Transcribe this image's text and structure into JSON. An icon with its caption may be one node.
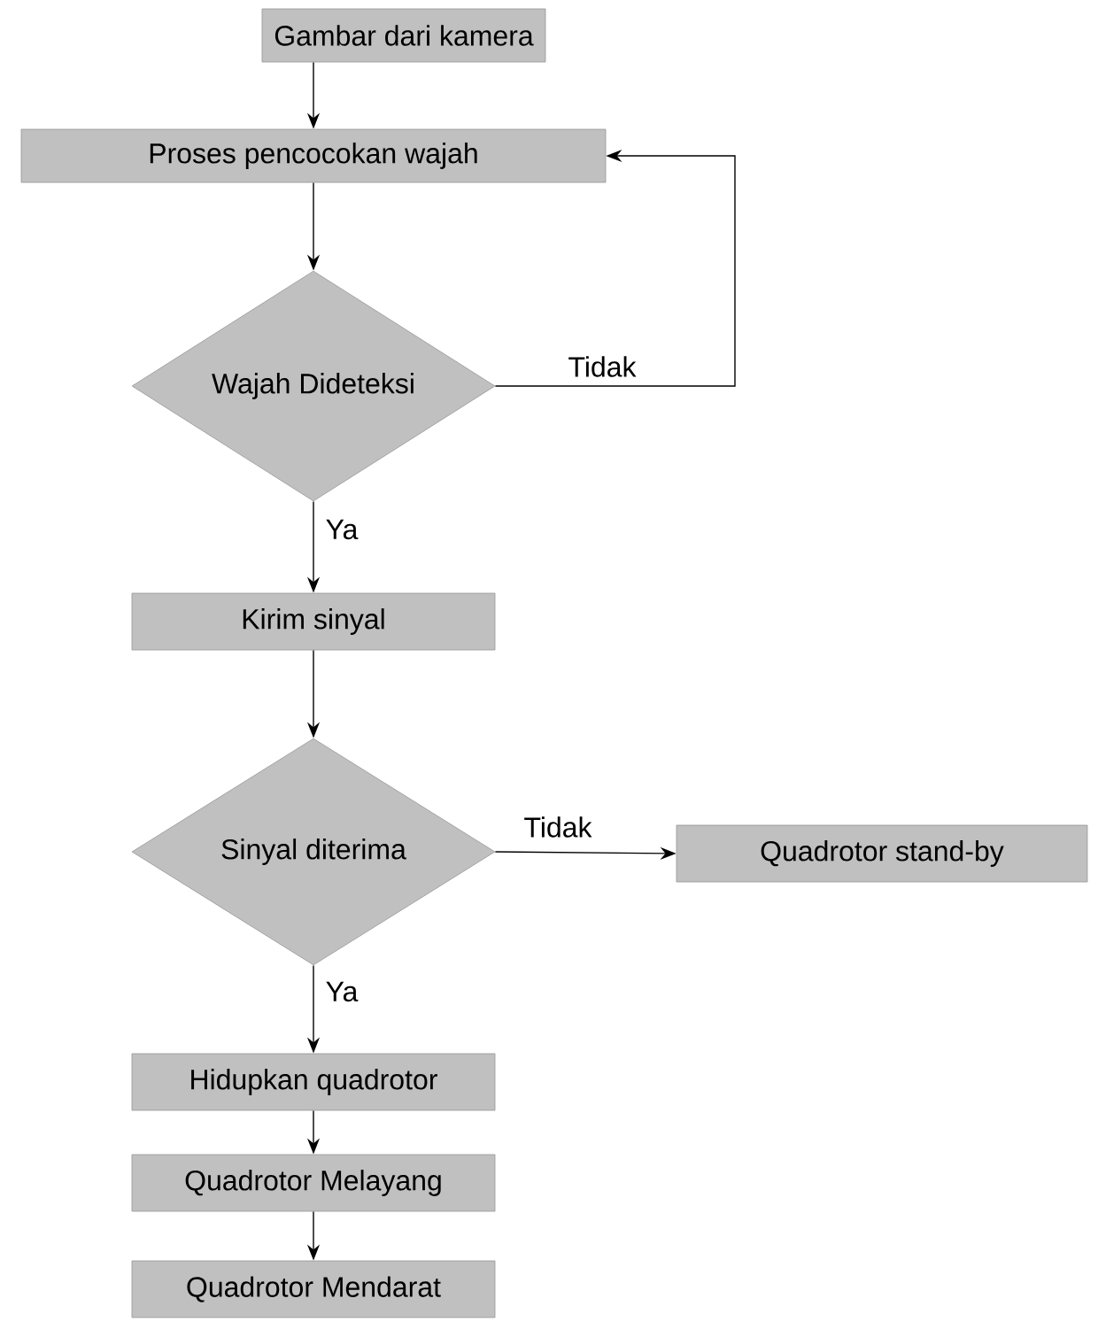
{
  "diagram": {
    "nodes": [
      {
        "text": [
          "Gambar dari kamera"
        ]
      },
      {
        "text": [
          "Proses pencocokan wajah"
        ]
      },
      {
        "text": [
          "Wajah Dideteksi"
        ]
      },
      {
        "text": [
          "Kirim sinyal"
        ]
      },
      {
        "text": [
          "Sinyal diterima"
        ]
      },
      {
        "text": [
          "Quadrotor stand-by"
        ]
      },
      {
        "text": [
          "Hidupkan quadrotor"
        ]
      },
      {
        "text": [
          "Quadrotor Melayang"
        ]
      },
      {
        "text": [
          "Quadrotor Mendarat"
        ]
      }
    ],
    "edges": [
      {
        "from": 0,
        "to": 1,
        "arrow": "to"
      },
      {
        "from": 1,
        "to": 2,
        "arrow": "to"
      },
      {
        "from": 2,
        "to": 1,
        "arrow": "to",
        "label": "Tidak"
      },
      {
        "from": 2,
        "to": 3,
        "arrow": "to",
        "label": "Ya"
      },
      {
        "from": 3,
        "to": 4,
        "arrow": "to"
      },
      {
        "from": 4,
        "to": 5,
        "arrow": "to",
        "label": "Tidak"
      },
      {
        "from": 4,
        "to": 6,
        "arrow": "to",
        "label": "Ya"
      },
      {
        "from": 6,
        "to": 7,
        "arrow": "to"
      },
      {
        "from": 7,
        "to": 8,
        "arrow": "to"
      }
    ]
  }
}
